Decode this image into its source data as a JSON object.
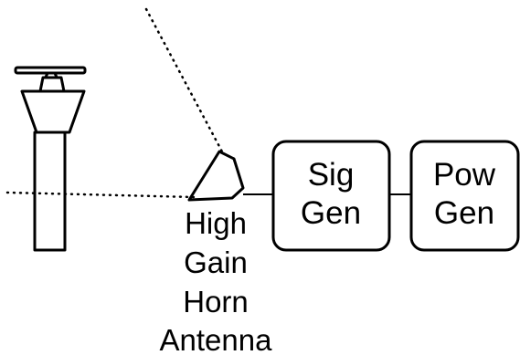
{
  "colors": {
    "background": "#ffffff",
    "ink": "#000000"
  },
  "labels": {
    "antenna": [
      "High",
      "Gain",
      "Horn",
      "Antenna"
    ],
    "signal_generator": [
      "Sig",
      "Gen"
    ],
    "power_generator": [
      "Pow",
      "Gen"
    ]
  },
  "icons": {
    "tower": "radar-tower-icon",
    "antenna": "horn-antenna-icon"
  }
}
